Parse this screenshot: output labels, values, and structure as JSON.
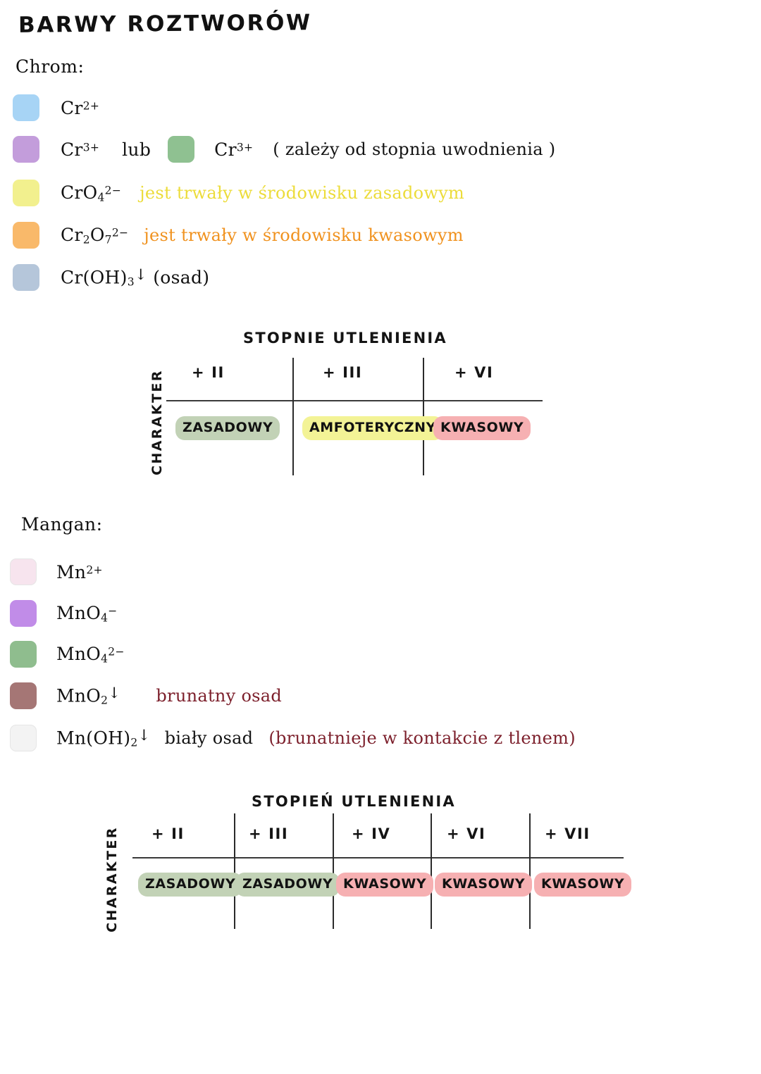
{
  "title": "BARWY ROZTWORÓW",
  "colors": {
    "ink": "#141414",
    "yellow_text": "#ecdc3a",
    "orange_text": "#f0921f",
    "dark_red_text": "#7c1f2b",
    "highlight_green": "#c2d2b6",
    "highlight_yellow": "#f3f396",
    "highlight_pink": "#f6b0b2"
  },
  "chrom": {
    "heading": "Chrom:",
    "entries": [
      {
        "swatch": "#a7d4f5",
        "formula_html": "Cr<sup>2+</sup>",
        "note": "",
        "note_color": ""
      },
      {
        "swatch": "#c39ddb",
        "formula_html": "Cr<sup>3+</sup>",
        "conjunction": "lub",
        "swatch2": "#8fc191",
        "formula2_html": "Cr<sup>3+</sup>",
        "note": "( zależy od stopnia uwodnienia )",
        "note_color": "black"
      },
      {
        "swatch": "#f2f08e",
        "formula_html": "CrO<sub>4</sub><sup>2−</sup>",
        "note": "jest trwały w środowisku  zasadowym",
        "note_color": "yellow"
      },
      {
        "swatch": "#f9b96a",
        "formula_html": "Cr<sub>2</sub>O<sub>7</sub><sup>2−</sup>",
        "note": "jest trwały w środowisku  kwasowym",
        "note_color": "orange"
      },
      {
        "swatch": "#b5c6da",
        "formula_html": "Cr(OH)<sub>3</sub><span class=\"arrow-dn\">↓</span> (osad)",
        "note": "",
        "note_color": ""
      }
    ]
  },
  "mangan": {
    "heading": "Mangan:",
    "entries": [
      {
        "swatch": "#f7e4ee",
        "formula_html": "Mn<sup>2+</sup>",
        "note": "",
        "note_color": ""
      },
      {
        "swatch": "#c18ce8",
        "formula_html": "MnO<sub>4</sub><sup>−</sup>",
        "note": "",
        "note_color": ""
      },
      {
        "swatch": "#8fbd8e",
        "formula_html": "MnO<sub>4</sub><sup>2−</sup>",
        "note": "",
        "note_color": ""
      },
      {
        "swatch": "#a57675",
        "formula_html": "MnO<sub>2</sub><span class=\"arrow-dn\">↓</span>",
        "note": "brunatny osad",
        "note_color": "darkred"
      },
      {
        "swatch": "#f3f3f3",
        "formula_html": "Mn(OH)<sub>2</sub><span class=\"arrow-dn\">↓</span>",
        "note": "biały  osad",
        "note_color": "black",
        "note2": "(brunatnieje w kontakcie z tlenem)",
        "note2_color": "darkred"
      }
    ]
  },
  "chart_data": [
    {
      "type": "table",
      "title": "STOPNIE UTLENIENIA",
      "ylabel": "CHARAKTER",
      "categories": [
        "+ II",
        "+ III",
        "+ VI"
      ],
      "values": [
        "ZASADOWY",
        "AMFOTERYCZNY",
        "KWASOWY"
      ],
      "value_highlights": [
        "#c2d2b6",
        "#f3f396",
        "#f6b0b2"
      ],
      "element": "Chrom"
    },
    {
      "type": "table",
      "title": "STOPIEŃ UTLENIENIA",
      "ylabel": "CHARAKTER",
      "categories": [
        "+ II",
        "+ III",
        "+ IV",
        "+ VI",
        "+ VII"
      ],
      "values": [
        "ZASADOWY",
        "ZASADOWY",
        "KWASOWY",
        "KWASOWY",
        "KWASOWY"
      ],
      "value_highlights": [
        "#c2d2b6",
        "#c2d2b6",
        "#f6b0b2",
        "#f6b0b2",
        "#f6b0b2"
      ],
      "element": "Mangan"
    }
  ]
}
